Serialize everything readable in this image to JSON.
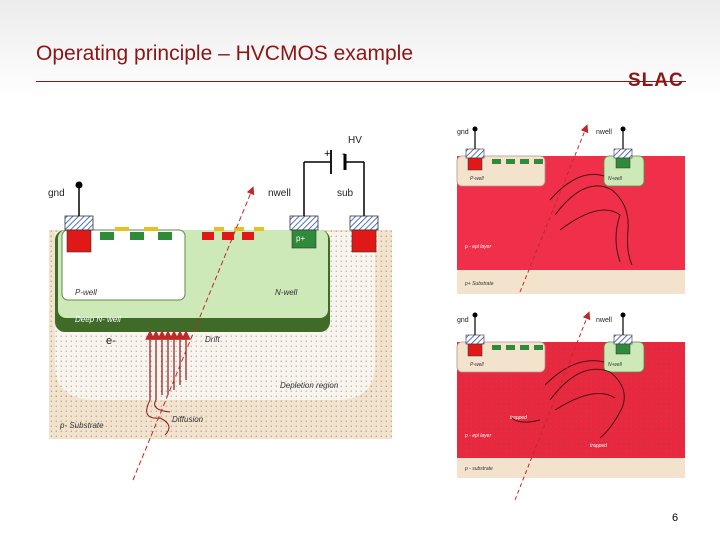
{
  "slide": {
    "title": "Operating principle – HVCMOS example",
    "logo": "SLAC",
    "page_number": "6"
  },
  "main_diagram": {
    "labels": {
      "hv": "HV",
      "gnd": "gnd",
      "nwell": "nwell",
      "sub": "sub",
      "p_plus": "p+",
      "p_well": "P-well",
      "n_well": "N-well",
      "deep_n_well": "Deep N- well",
      "electron": "e-",
      "drift": "Drift",
      "depletion_region": "Depletion region",
      "p_substrate": "p- Substrate",
      "diffusion": "Diffusion"
    },
    "colors": {
      "substrate": "#f3e3cd",
      "nwell": "#cde9b8",
      "deep_nwell": "#3f6a28",
      "implant_red": "#e01818",
      "implant_green": "#2f8a3a",
      "gate_yellow": "#e8c020",
      "track": "#c02828"
    }
  },
  "right_top": {
    "labels": {
      "gnd": "gnd",
      "nwell": "nwell",
      "p_well": "P-well",
      "n_well": "N-well",
      "epi_layer": "p - epi layer",
      "substrate": "p+ Substrate"
    },
    "colors": {
      "bulk": "#f0304a",
      "substrate": "#f3e3cd"
    }
  },
  "right_bottom": {
    "labels": {
      "gnd": "gnd",
      "nwell": "nwell",
      "p_well": "P-well",
      "n_well": "N-well",
      "trapped": "trapped",
      "epi_layer": "p - epi layer",
      "substrate": "p - substrate"
    },
    "colors": {
      "bulk": "#e8283f",
      "substrate": "#f3e3cd"
    }
  }
}
